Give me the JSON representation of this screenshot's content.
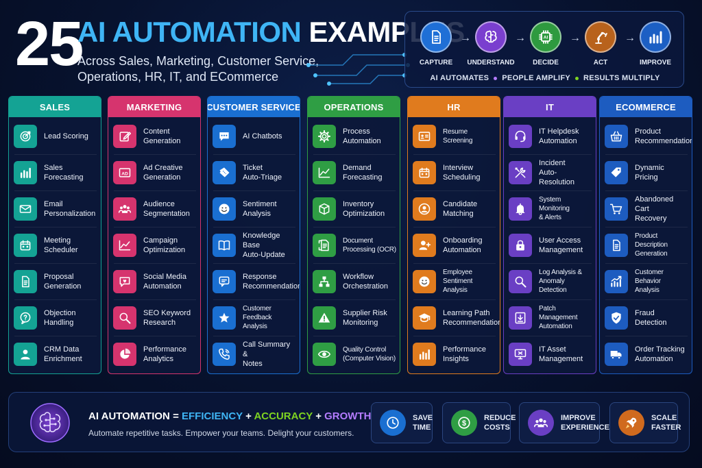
{
  "header": {
    "number": "25",
    "title_highlight": "AI AUTOMATION",
    "title_rest": "EXAMPLES",
    "subtitle": "Across Sales, Marketing, Customer Service, Operations, HR, IT, and ECommerce"
  },
  "flow": {
    "steps": [
      {
        "label": "CAPTURE",
        "icon": "document-icon",
        "color": "#1f6fd6"
      },
      {
        "label": "UNDERSTAND",
        "icon": "brain-icon",
        "color": "#7a3fcf"
      },
      {
        "label": "DECIDE",
        "icon": "ai-chip-icon",
        "color": "#2e9a3f"
      },
      {
        "label": "ACT",
        "icon": "robot-arm-icon",
        "color": "#b8621c"
      },
      {
        "label": "IMPROVE",
        "icon": "bar-chart-icon",
        "color": "#1c5fc4"
      }
    ],
    "tagline": [
      "AI AUTOMATES",
      "PEOPLE AMPLIFY",
      "RESULTS MULTIPLY"
    ]
  },
  "columns": [
    {
      "title": "SALES",
      "color": "#14a394",
      "items": [
        {
          "label": "Lead Scoring",
          "icon": "target-icon"
        },
        {
          "label": "Sales\nForecasting",
          "icon": "bar-chart-icon"
        },
        {
          "label": "Email\nPersonalization",
          "icon": "envelope-icon"
        },
        {
          "label": "Meeting\nScheduler",
          "icon": "calendar-icon"
        },
        {
          "label": "Proposal\nGeneration",
          "icon": "document-icon"
        },
        {
          "label": "Objection\nHandling",
          "icon": "question-bubble-icon"
        },
        {
          "label": "CRM Data\nEnrichment",
          "icon": "user-icon"
        }
      ]
    },
    {
      "title": "MARKETING",
      "color": "#d6346e",
      "items": [
        {
          "label": "Content\nGeneration",
          "icon": "edit-icon"
        },
        {
          "label": "Ad Creative\nGeneration",
          "icon": "ad-icon"
        },
        {
          "label": "Audience\nSegmentation",
          "icon": "group-icon"
        },
        {
          "label": "Campaign\nOptimization",
          "icon": "trend-line-icon"
        },
        {
          "label": "Social Media\nAutomation",
          "icon": "chat-heart-icon"
        },
        {
          "label": "SEO Keyword\nResearch",
          "icon": "search-icon"
        },
        {
          "label": "Performance\nAnalytics",
          "icon": "pie-chart-icon"
        }
      ]
    },
    {
      "title": "CUSTOMER SERVICE",
      "color": "#1a6fd1",
      "items": [
        {
          "label": "AI Chatbots",
          "icon": "chat-dots-icon"
        },
        {
          "label": "Ticket\nAuto-Triage",
          "icon": "ticket-icon"
        },
        {
          "label": "Sentiment\nAnalysis",
          "icon": "smiley-icon"
        },
        {
          "label": "Knowledge Base\nAuto-Update",
          "icon": "book-icon"
        },
        {
          "label": "Response\nRecommendations",
          "icon": "reply-bubble-icon"
        },
        {
          "label": "Customer Feedback\nAnalysis",
          "icon": "star-icon"
        },
        {
          "label": "Call Summary &\nNotes",
          "icon": "phone-icon"
        }
      ]
    },
    {
      "title": "OPERATIONS",
      "color": "#2f9e44",
      "items": [
        {
          "label": "Process\nAutomation",
          "icon": "gear-icon"
        },
        {
          "label": "Demand\nForecasting",
          "icon": "trend-line-icon"
        },
        {
          "label": "Inventory\nOptimization",
          "icon": "box-icon"
        },
        {
          "label": "Document\nProcessing (OCR)",
          "icon": "scan-document-icon"
        },
        {
          "label": "Workflow\nOrchestration",
          "icon": "hierarchy-icon"
        },
        {
          "label": "Supplier Risk\nMonitoring",
          "icon": "warning-icon"
        },
        {
          "label": "Quality Control\n(Computer Vision)",
          "icon": "eye-icon"
        }
      ]
    },
    {
      "title": "HR",
      "color": "#e07b1e",
      "items": [
        {
          "label": "Resume Screening",
          "icon": "id-card-icon"
        },
        {
          "label": "Interview\nScheduling",
          "icon": "calendar-icon"
        },
        {
          "label": "Candidate\nMatching",
          "icon": "user-match-icon"
        },
        {
          "label": "Onboarding\nAutomation",
          "icon": "user-add-icon"
        },
        {
          "label": "Employee\nSentiment Analysis",
          "icon": "smiley-icon"
        },
        {
          "label": "Learning Path\nRecommendations",
          "icon": "graduation-cap-icon"
        },
        {
          "label": "Performance\nInsights",
          "icon": "bar-chart-icon"
        }
      ]
    },
    {
      "title": "IT",
      "color": "#6a3fc4",
      "items": [
        {
          "label": "IT Helpdesk\nAutomation",
          "icon": "headset-icon"
        },
        {
          "label": "Incident\nAuto-Resolution",
          "icon": "tools-icon"
        },
        {
          "label": "System Monitoring\n& Alerts",
          "icon": "bell-icon"
        },
        {
          "label": "User Access\nManagement",
          "icon": "lock-icon"
        },
        {
          "label": "Log Analysis &\nAnomaly Detection",
          "icon": "search-icon"
        },
        {
          "label": "Patch Management\nAutomation",
          "icon": "download-icon"
        },
        {
          "label": "IT Asset\nManagement",
          "icon": "monitor-icon"
        }
      ]
    },
    {
      "title": "ECOMMERCE",
      "color": "#1d5cc0",
      "items": [
        {
          "label": "Product\nRecommendations",
          "icon": "basket-icon"
        },
        {
          "label": "Dynamic Pricing",
          "icon": "price-tag-icon"
        },
        {
          "label": "Abandoned Cart\nRecovery",
          "icon": "cart-icon"
        },
        {
          "label": "Product Description\nGeneration",
          "icon": "document-icon"
        },
        {
          "label": "Customer Behavior\nAnalysis",
          "icon": "growth-chart-icon"
        },
        {
          "label": "Fraud Detection",
          "icon": "shield-check-icon"
        },
        {
          "label": "Order Tracking\nAutomation",
          "icon": "delivery-truck-icon"
        }
      ]
    }
  ],
  "footer": {
    "formula_lead": "AI AUTOMATION",
    "formula_eq": "=",
    "formula_terms": [
      "EFFICIENCY",
      "ACCURACY",
      "GROWTH"
    ],
    "formula_plus": "+",
    "tagline": "Automate repetitive tasks. Empower your teams. Delight your customers.",
    "benefits": [
      {
        "label": "SAVE\nTIME",
        "icon": "clock-icon",
        "color": "#1a6fd1"
      },
      {
        "label": "REDUCE\nCOSTS",
        "icon": "dollar-icon",
        "color": "#2f9e44"
      },
      {
        "label": "IMPROVE\nEXPERIENCE",
        "icon": "group-icon",
        "color": "#6a3fc4"
      },
      {
        "label": "SCALE\nFASTER",
        "icon": "rocket-icon",
        "color": "#d06a1e"
      }
    ]
  }
}
